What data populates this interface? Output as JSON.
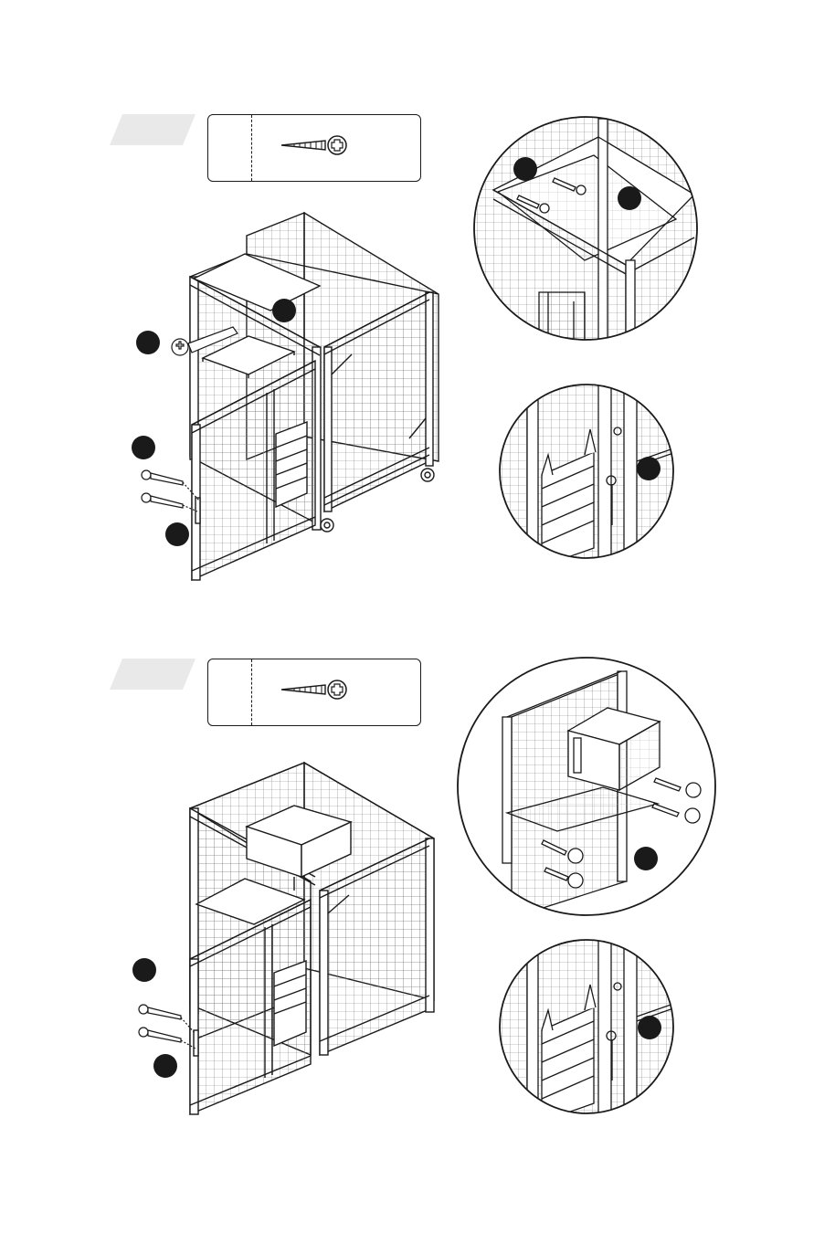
{
  "steps": [
    {
      "hardware": {
        "icon": "wood-screw-icon"
      },
      "main_view": {
        "callouts": 4
      },
      "detail_views": [
        {
          "name": "roof-panel-screw-detail",
          "callouts": 2
        },
        {
          "name": "door-latch-detail",
          "callouts": 1
        }
      ]
    },
    {
      "hardware": {
        "icon": "wood-screw-icon"
      },
      "main_view": {
        "callouts": 2
      },
      "detail_views": [
        {
          "name": "nest-box-screw-detail",
          "callouts": 1
        },
        {
          "name": "door-latch-detail",
          "callouts": 1
        }
      ]
    }
  ],
  "colors": {
    "line": "#1a1a1a",
    "tab": "#e9e9e9",
    "callout": "#1a1a1a"
  }
}
